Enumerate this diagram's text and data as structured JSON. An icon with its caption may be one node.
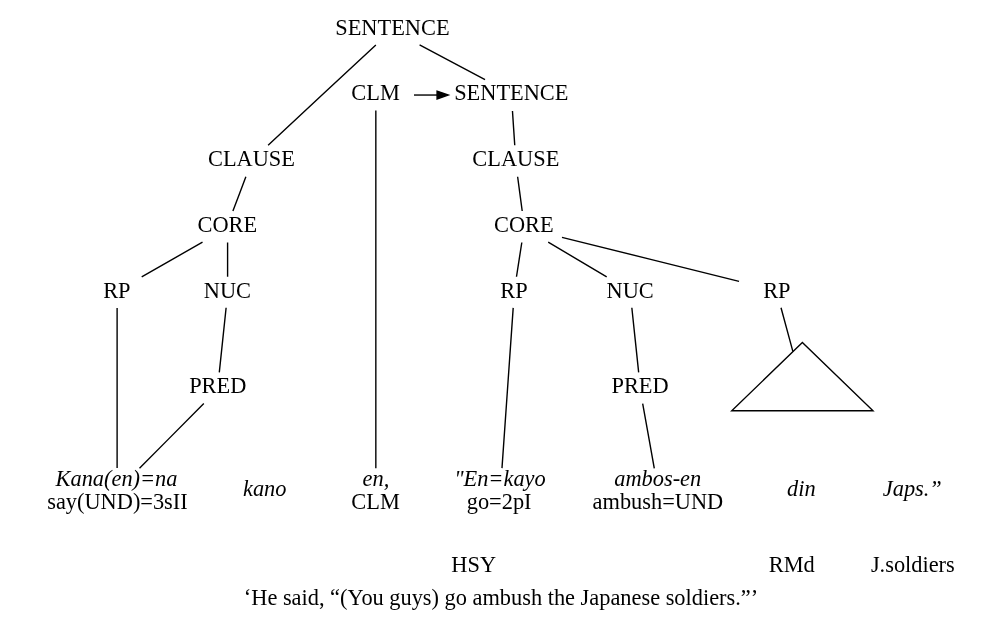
{
  "diagram": {
    "caption": "‘He said, “(You guys) go ambush the Japanese soldiers.”’",
    "nodes": [
      {
        "text": [
          "SENTENCE"
        ]
      },
      {
        "text": [
          "CLAUSE"
        ]
      },
      {
        "text": [
          "CORE"
        ]
      },
      {
        "text": [
          "NUC"
        ]
      },
      {
        "text": [
          "RP"
        ]
      },
      {
        "text": [
          "PRED"
        ]
      },
      {
        "text": [
          "CLM"
        ]
      },
      {
        "text": [
          "SENTENCE"
        ]
      },
      {
        "text": [
          "CLAUSE"
        ]
      },
      {
        "text": [
          "CORE"
        ]
      },
      {
        "text": [
          "RP"
        ]
      },
      {
        "text": [
          "NUC"
        ]
      },
      {
        "text": [
          "RP"
        ]
      },
      {
        "text": [
          "PRED"
        ]
      },
      {
        "text": [],
        "shape": "triangle"
      },
      {
        "text": [
          "Kana(en)=na"
        ],
        "beside": [
          "say(UND)=3sII"
        ]
      },
      {
        "text": [
          "en,"
        ],
        "beside": [
          "CLM"
        ]
      },
      {
        "text": [
          "\"En=kayo"
        ],
        "beside": [
          "go=2pI"
        ]
      },
      {
        "text": [
          "ambos-en"
        ],
        "beside": [
          "ambush=UND"
        ]
      }
    ],
    "edges": [
      {
        "from": 0,
        "to": 1,
        "arrow": "none"
      },
      {
        "from": 0,
        "to": 7,
        "arrow": "none"
      },
      {
        "from": 6,
        "to": 7,
        "arrow": "to"
      },
      {
        "from": 1,
        "to": 2,
        "arrow": "none"
      },
      {
        "from": 2,
        "to": 3,
        "arrow": "none"
      },
      {
        "from": 2,
        "to": 4,
        "arrow": "none"
      },
      {
        "from": 3,
        "to": 5,
        "arrow": "none"
      },
      {
        "from": 5,
        "to": 15,
        "arrow": "none"
      },
      {
        "from": 4,
        "to": 15,
        "arrow": "none"
      },
      {
        "from": 6,
        "to": 16,
        "arrow": "none"
      },
      {
        "from": 7,
        "to": 8,
        "arrow": "none"
      },
      {
        "from": 8,
        "to": 9,
        "arrow": "none"
      },
      {
        "from": 9,
        "to": 10,
        "arrow": "none"
      },
      {
        "from": 9,
        "to": 11,
        "arrow": "none"
      },
      {
        "from": 9,
        "to": 12,
        "arrow": "none"
      },
      {
        "from": 10,
        "to": 17,
        "arrow": "none"
      },
      {
        "from": 11,
        "to": 13,
        "arrow": "none"
      },
      {
        "from": 13,
        "to": 18,
        "arrow": "none"
      },
      {
        "from": 12,
        "to": 14,
        "arrow": "none"
      }
    ],
    "labels": [
      "kano",
      "din",
      "Japs.”",
      "HSY",
      "RMd",
      "J.soldiers"
    ]
  }
}
